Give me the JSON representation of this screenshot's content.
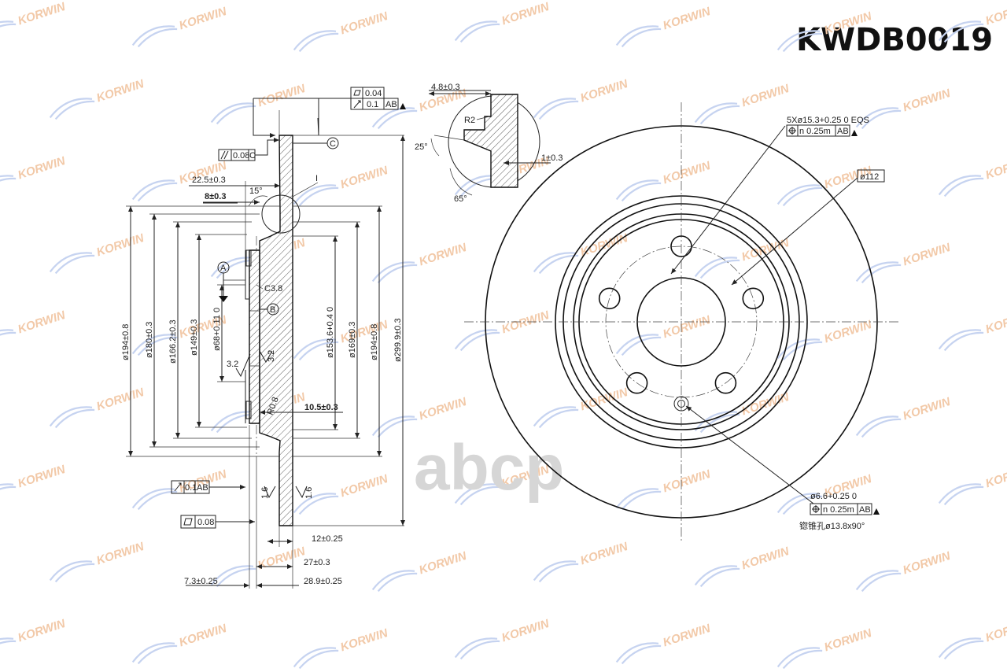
{
  "part_number": "KWDB0019",
  "watermark": {
    "brand_text": "KORWIN",
    "logo_text": "abcp",
    "text_color": "#f2c9a8",
    "swoosh_color": "#c6d3f0",
    "logo_color": "#d6d6d6"
  },
  "section_view": {
    "dims_horizontal": {
      "d_4_8": "4.8±0.3",
      "d_1": "1±0.3",
      "d_22_5": "22.5±0.3",
      "d_8": "8±0.3",
      "d_10_5": "10.5±0.3",
      "d_12": "12±0.25",
      "d_27": "27±0.3",
      "d_7_3": "7.3±0.25",
      "d_28_9": "28.9±0.25"
    },
    "dims_vertical": {
      "d194_left": "ø194±0.8",
      "d180": "ø180±0.3",
      "d166": "ø166.2±0.3",
      "d149": "ø149±0.3",
      "d68": "ø68+0.11 0",
      "d153": "ø153.6+0.4 0",
      "d169": "ø169±0.3",
      "d194_right": "ø194±0.8",
      "d299": "ø299.9±0.3"
    },
    "angles": {
      "a15": "15°",
      "a25": "25°",
      "a65": "65°"
    },
    "radii": {
      "r2": "R2",
      "r0_8": "R0.8",
      "c3_8": "C3.8"
    },
    "roughness": {
      "r3_2_a": "3.2",
      "r3_2_b": "3.2",
      "r1_6_a": "1.6",
      "r1_6_b": "1.6"
    },
    "datums": {
      "a": "A",
      "b": "B",
      "c": "C",
      "detail": "I"
    },
    "tolerance_frames": {
      "flatness_top": "0.04",
      "runout_top_value": "0.1",
      "runout_top_ref": "AB",
      "parallel": "0.08",
      "parallel_ref": "C",
      "runout_bottom_value": "0.1",
      "runout_bottom_ref": "AB",
      "flatness_bottom": "0.08"
    }
  },
  "front_view": {
    "holes_callout": "5Xø15.3+0.25 0 EQS",
    "holes_position": "n 0.25m",
    "holes_position_ref": "AB",
    "pcd": "ø112",
    "small_hole": "ø6.6+0.25 0",
    "small_hole_position": "n 0.25m",
    "small_hole_position_ref": "AB",
    "countersink": "锪锥孔ø13.8x90°"
  }
}
